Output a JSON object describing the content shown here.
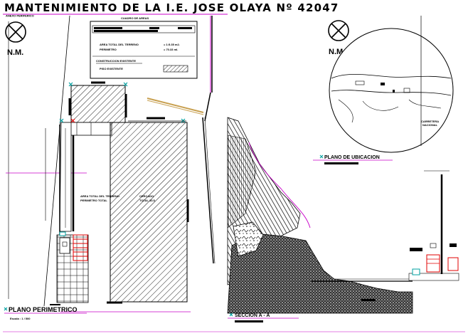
{
  "sheet": {
    "title": "MANTENIMIENTO DE LA I.E. JOSE OLAYA Nº 42047",
    "subtitle_fragment": "ANEXO PERIFERICO"
  },
  "north_marks": [
    {
      "label": "N.M."
    },
    {
      "label": "N.M."
    }
  ],
  "areas_table": {
    "title": "CUADRO DE AREAS",
    "rows": [
      {
        "label": "AREA TOTAL DEL TERRENO",
        "value": "= 1:5.35 m2."
      },
      {
        "label": "PERIMETRO",
        "value": "= 70.33 ml."
      }
    ],
    "legend_title": "CONSTRUCCION EXISTENTE",
    "legend_item": "PISO EXISTENTE"
  },
  "plan_perimetrico": {
    "title": "PLANO PERIMETRICO",
    "scale": "Escala : 1 / 500",
    "inner_labels": [
      "AREA TOTAL DEL TERRENO",
      "PERIMETRO TOTAL",
      "CERCADO",
      "TOTAL 33.5"
    ]
  },
  "plan_ubicacion": {
    "title": "PLANO DE UBICACION",
    "road_label": "CARRETERA",
    "road_sub": "NACIONAL"
  },
  "seccion": {
    "title": "SECCION A - A"
  },
  "colors": {
    "ink": "#000000",
    "magenta": "#c800c8",
    "red": "#e00000",
    "teal": "#00a0a0",
    "tan": "#c8a050"
  },
  "icons": [
    "north-arrow-icon",
    "north-arrow-icon"
  ]
}
